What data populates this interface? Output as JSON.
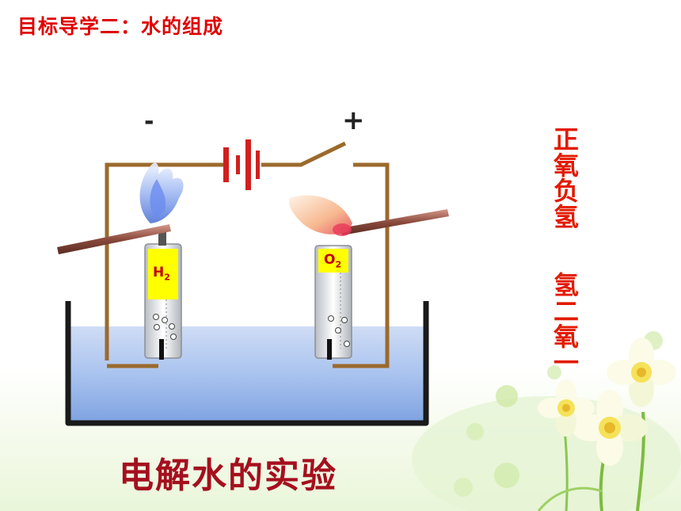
{
  "title": "目标导学二：水的组成",
  "caption": "电解水的实验",
  "mnemonic": {
    "line1": [
      "正",
      "氧",
      "负",
      "氢"
    ],
    "line2": [
      "氢",
      "二",
      "氧",
      "一"
    ]
  },
  "terminals": {
    "negative": "-",
    "positive": "+"
  },
  "tubes": {
    "left": {
      "gas": "H",
      "sub": "2"
    },
    "right": {
      "gas": "O",
      "sub": "2"
    }
  },
  "colors": {
    "title": "#e00000",
    "caption": "#a50f1e",
    "mnemonic": "#e21a00",
    "wire": "#9b6a2c",
    "water": "#a9c3ef",
    "label_fill": "#ffff00"
  }
}
